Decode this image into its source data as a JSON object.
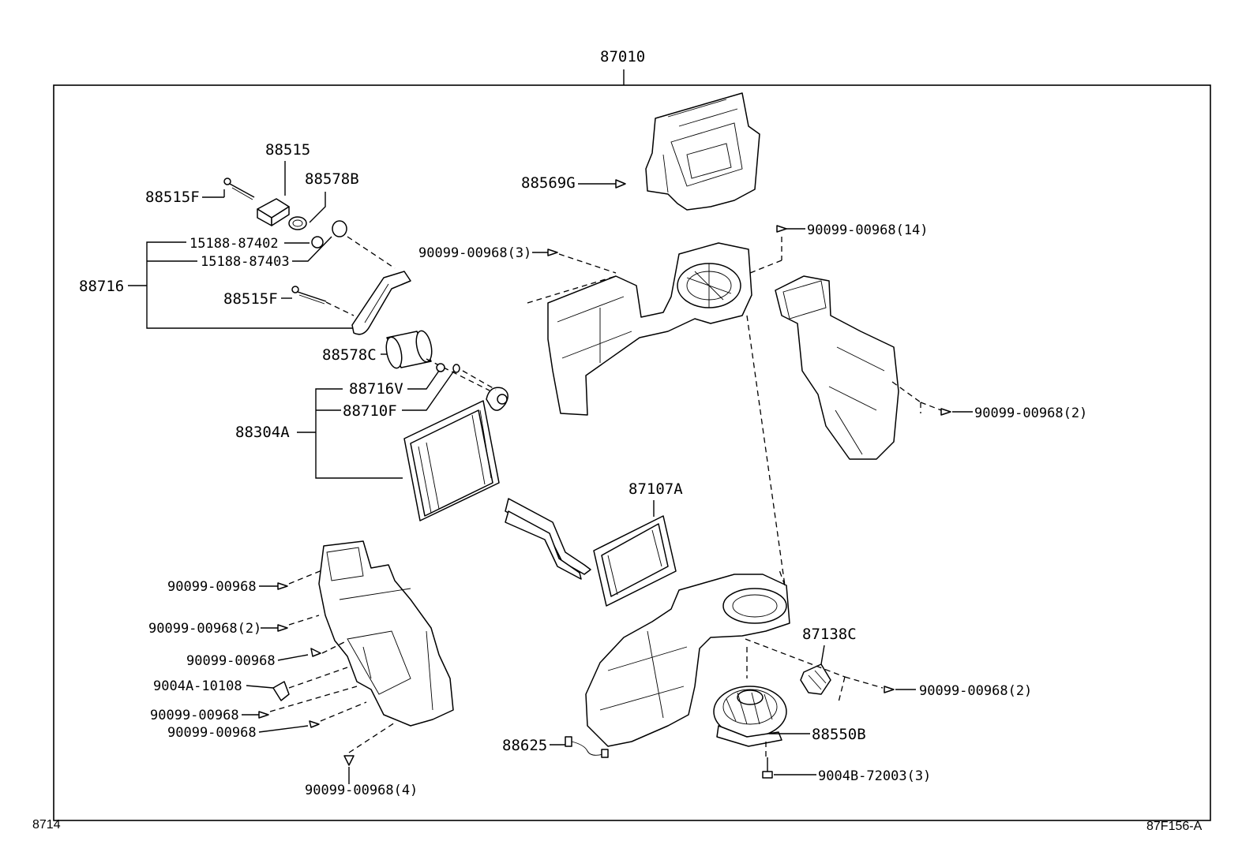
{
  "assembly_number": "87010",
  "labels": {
    "p88515": "88515",
    "p88578B": "88578B",
    "p88515F_top": "88515F",
    "p15188_87402": "15188-87402",
    "p15188_87403": "15188-87403",
    "p88716": "88716",
    "p88515F_mid": "88515F",
    "p88578C": "88578C",
    "p88716V": "88716V",
    "p88710F": "88710F",
    "p88304A": "88304A",
    "p88569G": "88569G",
    "p90099_3": "90099-00968(3)",
    "p90099_14": "90099-00968(14)",
    "p90099_2_right": "90099-00968(2)",
    "p87107A": "87107A",
    "p90099_a": "90099-00968",
    "p90099_2_left": "90099-00968(2)",
    "p90099_b": "90099-00968",
    "p9004A": "9004A-10108",
    "p90099_c": "90099-00968",
    "p90099_d": "90099-00968",
    "p90099_4": "90099-00968(4)",
    "p87138C": "87138C",
    "p90099_2_blower": "90099-00968(2)",
    "p88550B": "88550B",
    "p88625": "88625",
    "p9004B": "9004B-72003(3)"
  },
  "footer": {
    "left_code": "8714",
    "right_code": "87F156-A"
  }
}
